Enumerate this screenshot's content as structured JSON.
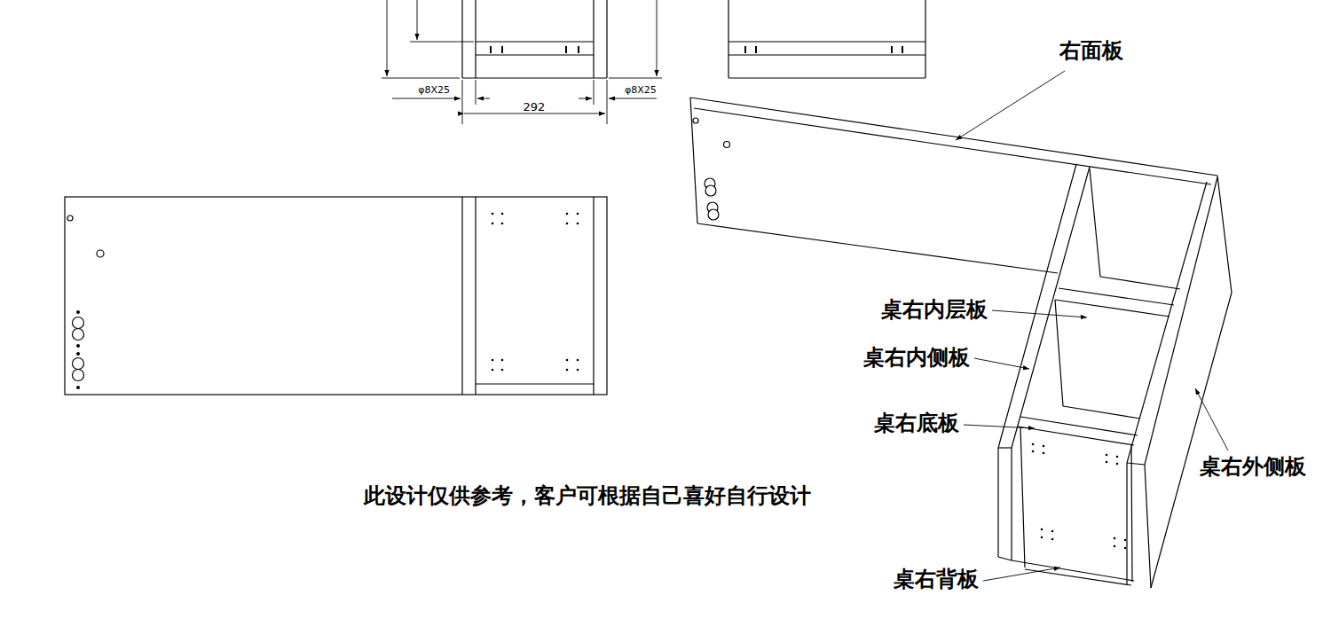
{
  "diagram": {
    "labels": [
      "φ8X25",
      "292",
      "φ8X25",
      "右面板",
      "桌右内层板",
      "桌右内侧板",
      "桌右底板",
      "桌右外侧板",
      "桌右背板",
      "此设计仅供参考，客户可根据自己喜好自行设计"
    ]
  }
}
